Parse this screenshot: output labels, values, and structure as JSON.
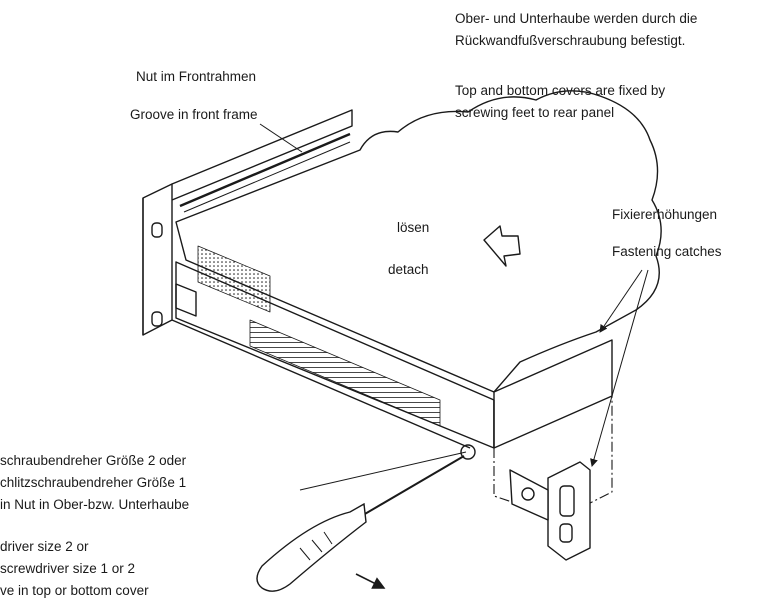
{
  "labels": {
    "cover_de_1": "Ober- und Unterhaube werden durch die",
    "cover_de_2": "Rückwandfußverschraubung befestigt.",
    "cover_en_1": "Top and bottom covers are fixed by",
    "cover_en_2": "screwing feet to rear panel",
    "groove_de": "Nut im Frontrahmen",
    "groove_en": "Groove in front frame",
    "detach_de": "lösen",
    "detach_en": "detach",
    "catches_de": "Fixiererhöhungen",
    "catches_en": "Fastening catches",
    "driver_de_1": "schraubendreher Größe 2 oder",
    "driver_de_2": "chlitzschraubendreher Größe 1",
    "driver_de_3": "in Nut in Ober-bzw. Unterhaube",
    "driver_en_1": "driver size 2 or",
    "driver_en_2": "screwdriver size 1 or 2",
    "driver_en_3": "ve in top or bottom cover"
  },
  "colors": {
    "ink": "#1a1a1a",
    "paper": "#ffffff"
  },
  "icons": [
    "detach-arrow-icon",
    "movement-arrow-icon",
    "screwdriver-icon"
  ]
}
